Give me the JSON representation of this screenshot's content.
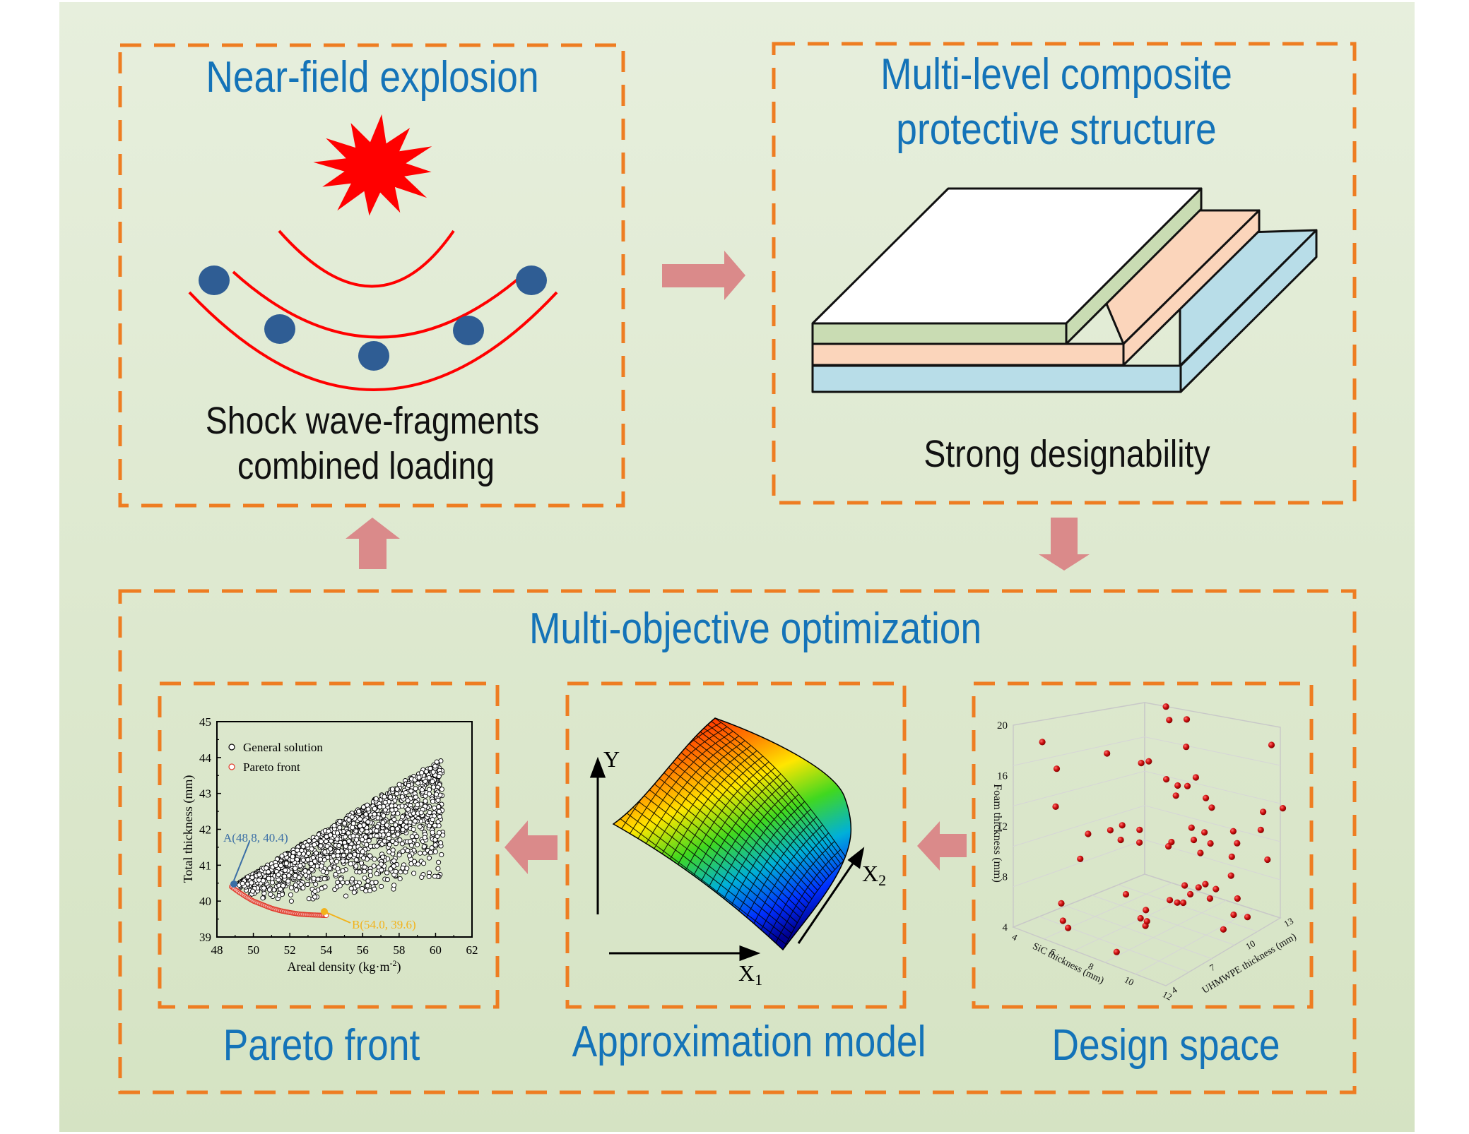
{
  "colors": {
    "background_top": "#e6eedb",
    "background_bottom": "#d6e4c4",
    "dash_border": "#ee7d22",
    "title_blue": "#1473b8",
    "arrow_pink": "#da8a8a",
    "fragment_blue": "#2f5d94",
    "shock_red": "#ff0000",
    "layer_green": "#c9dcb3",
    "layer_peach": "#fbd5bb",
    "layer_blue": "#b8dde8",
    "pareto_red": "#e03a2a",
    "point_a_blue": "#3a6ea5",
    "point_b_yellow": "#f2b21b",
    "sample_red": "#d01010"
  },
  "panels": {
    "explosion": {
      "title": "Near-field explosion",
      "caption_line1": "Shock wave-fragments",
      "caption_line2": "combined loading",
      "icons": [
        "explosion-star-icon",
        "shock-wave-arc",
        "fragment-dot"
      ]
    },
    "structure": {
      "title_line1": "Multi-level composite",
      "title_line2": "protective structure",
      "caption": "Strong designability"
    },
    "optimization": {
      "title": "Multi-objective optimization",
      "pareto_label": "Pareto front",
      "approx_label": "Approximation model",
      "design_label": "Design space"
    }
  },
  "approx_model": {
    "y_axis_label": "Y",
    "x1_label": "X",
    "x1_sub": "1",
    "x2_label": "X",
    "x2_sub": "2"
  },
  "design_space": {
    "z_axis_label": "Foam thickness (mm)",
    "x_axis_label": "SiC thickness (mm)",
    "y_axis_label": "UHMWPE thickness (mm)",
    "z_ticks": [
      "4",
      "8",
      "12",
      "16",
      "20"
    ],
    "x_ticks": [
      "4",
      "6",
      "8",
      "10",
      "12"
    ],
    "y_ticks": [
      "4",
      "7",
      "10",
      "13"
    ]
  },
  "chart_data": {
    "type": "scatter",
    "title": "",
    "xlabel": "Areal density (kg·m",
    "xlabel_sup": "-2",
    "xlabel_close": ")",
    "ylabel": "Total thickness (mm)",
    "xlim": [
      48,
      62
    ],
    "ylim": [
      39,
      45
    ],
    "x_ticks": [
      "48",
      "50",
      "52",
      "54",
      "56",
      "58",
      "60",
      "62"
    ],
    "y_ticks": [
      "39",
      "40",
      "41",
      "42",
      "43",
      "44",
      "45"
    ],
    "legend_placement": "top-left",
    "series": [
      {
        "name": "General solution",
        "marker": "open-circle-black",
        "region": {
          "x_min": 48.8,
          "x_max": 60.4,
          "lower_bound_y_at_xmin": 40.4,
          "upper_bound_y_at_xmax": 44.0
        }
      },
      {
        "name": "Pareto front",
        "marker": "open-circle-red",
        "x": [
          48.8,
          49.2,
          49.6,
          50.0,
          50.5,
          51.0,
          51.5,
          52.0,
          52.5,
          53.0,
          53.5,
          54.0
        ],
        "y": [
          40.4,
          40.25,
          40.12,
          40.0,
          39.9,
          39.8,
          39.73,
          39.68,
          39.64,
          39.62,
          39.61,
          39.6
        ]
      }
    ],
    "annotations": [
      {
        "text": "A(48.8, 40.4)",
        "x": 48.8,
        "y": 40.4
      },
      {
        "text": "B(54.0, 39.6)",
        "x": 54.0,
        "y": 39.6
      }
    ]
  }
}
